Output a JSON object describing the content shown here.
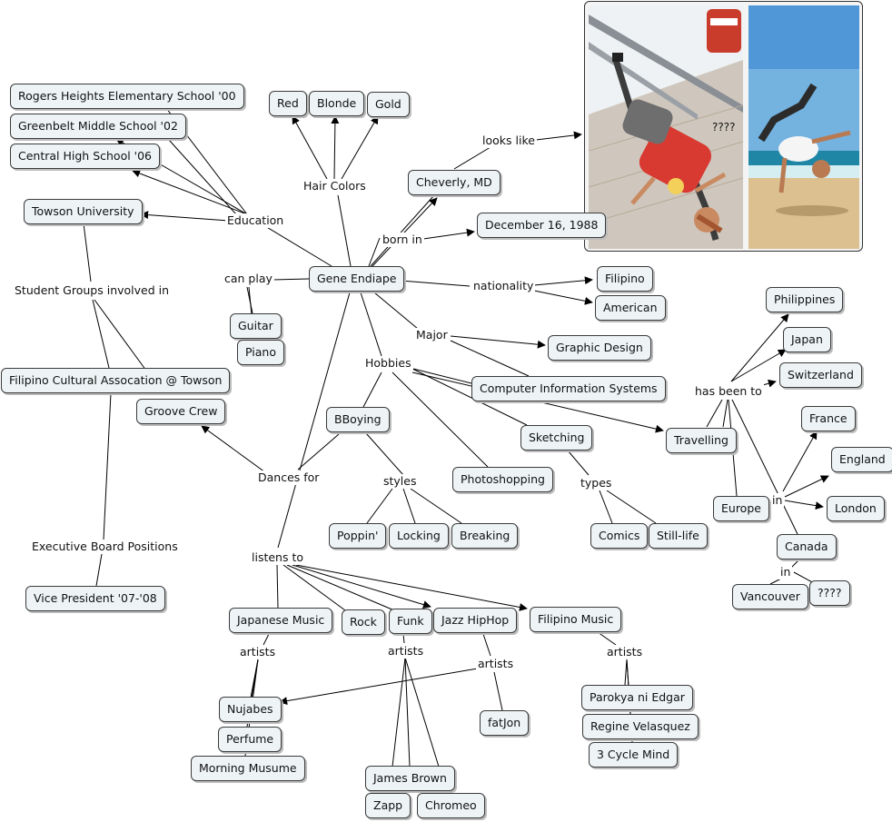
{
  "nodes": {
    "gene": "Gene Endiape",
    "rogers": "Rogers Heights Elementary School '00",
    "greenbelt": "Greenbelt Middle School '02",
    "central": "Central High School '06",
    "towson_u": "Towson University",
    "fcat": "Filipino Cultural Assocation @ Towson",
    "groove": "Groove Crew",
    "vp": "Vice President '07-'08",
    "red": "Red",
    "blonde": "Blonde",
    "gold": "Gold",
    "cheverly": "Cheverly, MD",
    "dec": "December 16, 1988",
    "filipino": "Filipino",
    "american": "American",
    "guitar": "Guitar",
    "piano": "Piano",
    "graphic": "Graphic Design",
    "cis": "Computer Information Systems",
    "bboying": "BBoying",
    "poppin": "Poppin'",
    "locking": "Locking",
    "breaking": "Breaking",
    "photoshopping": "Photoshopping",
    "sketching": "Sketching",
    "comics": "Comics",
    "stilllife": "Still-life",
    "travelling": "Travelling",
    "philippines": "Philippines",
    "japan": "Japan",
    "switzerland": "Switzerland",
    "france": "France",
    "england": "England",
    "london": "London",
    "europe": "Europe",
    "canada": "Canada",
    "vancouver": "Vancouver",
    "qmarks": "????",
    "japanese_music": "Japanese Music",
    "rock": "Rock",
    "funk": "Funk",
    "jazz": "Jazz HipHop",
    "filipino_music": "Filipino Music",
    "nujabes": "Nujabes",
    "perfume": "Perfume",
    "morning": "Morning Musume",
    "james": "James Brown",
    "zapp": "Zapp",
    "chromeo": "Chromeo",
    "fatjon": "fatJon",
    "parokya": "Parokya ni Edgar",
    "regine": "Regine Velasquez",
    "cycle": "3 Cycle Mind"
  },
  "links": {
    "education": "Education",
    "student_groups": "Student Groups involved in",
    "executive": "Executive Board Positions",
    "hair_colors": "Hair Colors",
    "looks_like": "looks like",
    "born_in": "born in",
    "nationality": "nationality",
    "can_play": "can play",
    "major": "Major",
    "hobbies": "Hobbies",
    "dances_for": "Dances for",
    "styles": "styles",
    "types": "types",
    "has_been_to": "has been to",
    "in_europe": "in",
    "in_canada": "in",
    "listens_to": "listens to",
    "artists_japanese": "artists",
    "artists_funk": "artists",
    "artists_jazz": "artists",
    "artists_filipino": "artists"
  },
  "photo_caption": "????",
  "colors": {
    "node_fill": "#eef4f6",
    "node_border": "#3a3a3a",
    "line": "#000000"
  }
}
